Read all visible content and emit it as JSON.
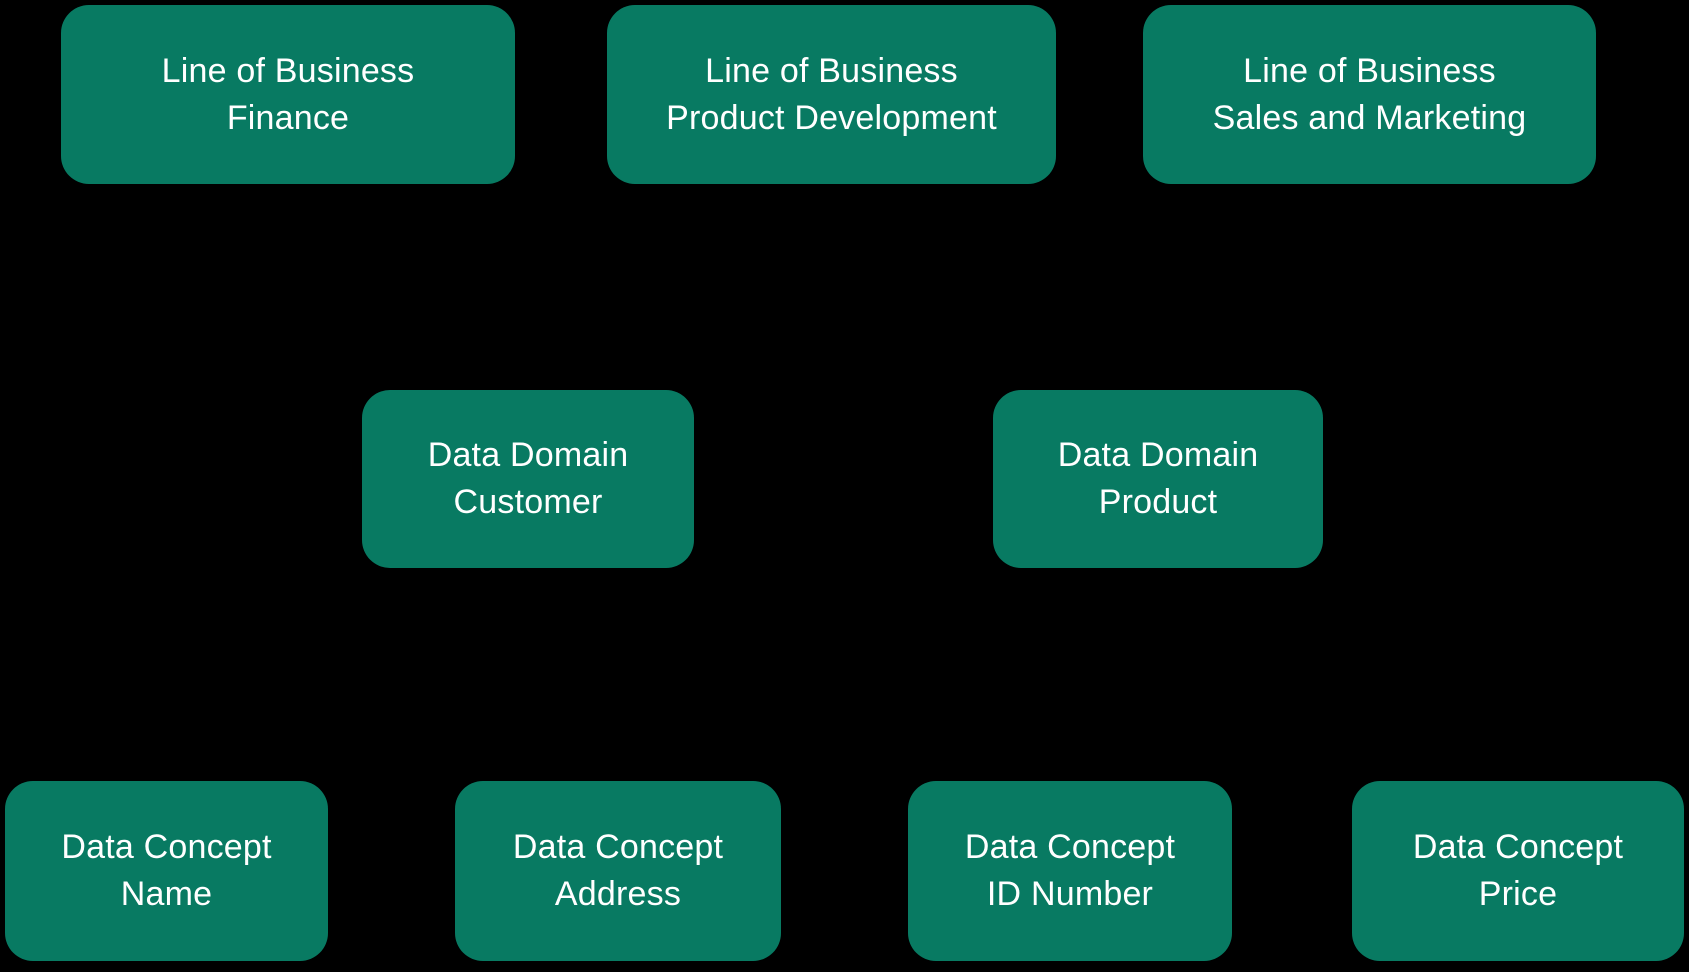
{
  "diagram": {
    "type": "hierarchy",
    "colors": {
      "background": "#000000",
      "node_fill": "#087A62",
      "node_text": "#FFFFFF"
    },
    "levels": [
      "Line of Business",
      "Data Domain",
      "Data Concept"
    ],
    "nodes": [
      {
        "id": "lob-finance",
        "level": "Line of Business",
        "label": "Line of Business\nFinance"
      },
      {
        "id": "lob-product-development",
        "level": "Line of Business",
        "label": "Line of Business\nProduct Development"
      },
      {
        "id": "lob-sales-and-marketing",
        "level": "Line of Business",
        "label": "Line of Business\nSales and Marketing"
      },
      {
        "id": "domain-customer",
        "level": "Data Domain",
        "label": "Data Domain\nCustomer"
      },
      {
        "id": "domain-product",
        "level": "Data Domain",
        "label": "Data Domain\nProduct"
      },
      {
        "id": "concept-name",
        "level": "Data Concept",
        "label": "Data Concept\nName"
      },
      {
        "id": "concept-address",
        "level": "Data Concept",
        "label": "Data Concept\nAddress"
      },
      {
        "id": "concept-id-number",
        "level": "Data Concept",
        "label": "Data Concept\nID Number"
      },
      {
        "id": "concept-price",
        "level": "Data Concept",
        "label": "Data Concept\nPrice"
      }
    ]
  }
}
